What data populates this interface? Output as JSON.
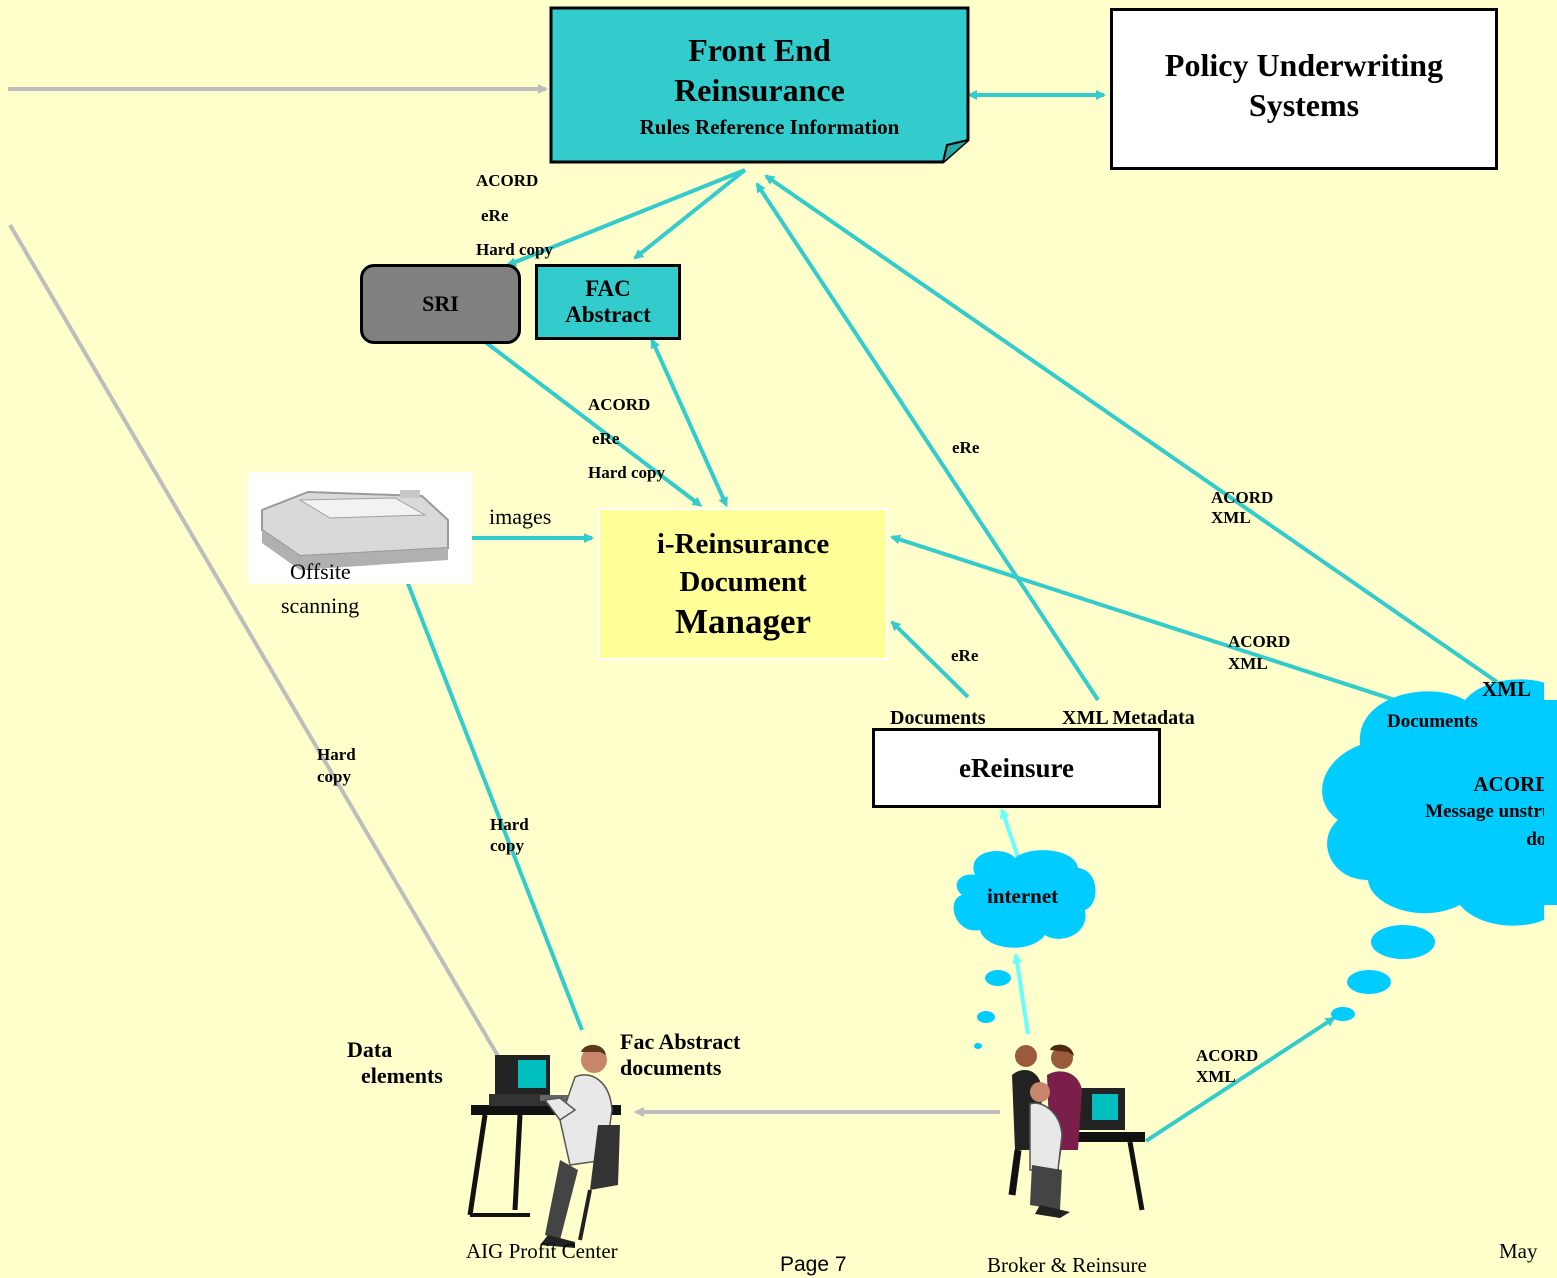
{
  "nodes": {
    "front_end": {
      "line1": "Front End",
      "line2": "Reinsurance",
      "line3": "Rules Reference Information"
    },
    "policy": {
      "line1": "Policy Underwriting",
      "line2": "Systems"
    },
    "sri": {
      "label": "SRI"
    },
    "fac": {
      "line1": "FAC",
      "line2": "Abstract"
    },
    "doc_manager": {
      "line1": "i-Reinsurance",
      "line2": "Document",
      "line3": "Manager"
    },
    "ereinsure": {
      "label": "eReinsure"
    },
    "internet": {
      "label": "internet"
    },
    "acord_cloud": {
      "line1": "ACORD XML",
      "line2": "Message unstructured",
      "line3": "documents"
    }
  },
  "labels": {
    "acord_top": "ACORD",
    "ere_top": "eRe",
    "hardcopy_top": "Hard copy",
    "acord_mid": "ACORD",
    "ere_mid": "eRe",
    "hardcopy_mid": "Hard copy",
    "ere_right": "eRe",
    "acord_xml_1a": "ACORD",
    "acord_xml_1b": "XML",
    "acord_xml_2a": "ACORD",
    "acord_xml_2b": "XML",
    "ere_low": "eRe",
    "documents_1": "Documents",
    "xml_metadata": "XML Metadata",
    "documents_2": "Documents",
    "xml_2": "XML",
    "hard_copy_1a": "Hard",
    "hard_copy_1b": "copy",
    "hard_copy_2a": "Hard",
    "hard_copy_2b": "copy",
    "images": "images",
    "offsite_1": "Offsite",
    "offsite_2": "scanning",
    "data_elements_1": "Data",
    "data_elements_2": "elements",
    "fac_abstract_docs_1": "Fac Abstract",
    "fac_abstract_docs_2": "documents",
    "acord_xml_3a": "ACORD",
    "acord_xml_3b": "XML",
    "aig_profit_center": "AIG Profit Center",
    "page": "Page 7",
    "broker": "Broker & Reinsure",
    "may": "May"
  },
  "colors": {
    "background": "#FFFFCC",
    "teal": "#33CCCC",
    "gray_box": "#808080",
    "yellow_box": "#FFFF99",
    "cloud": "#00CCFF",
    "gray_line": "#BDBDBD",
    "cyan_arrow": "#66FFFF"
  },
  "icons": [
    "scanner-icon",
    "computer-user-icon",
    "computer-group-icon"
  ]
}
